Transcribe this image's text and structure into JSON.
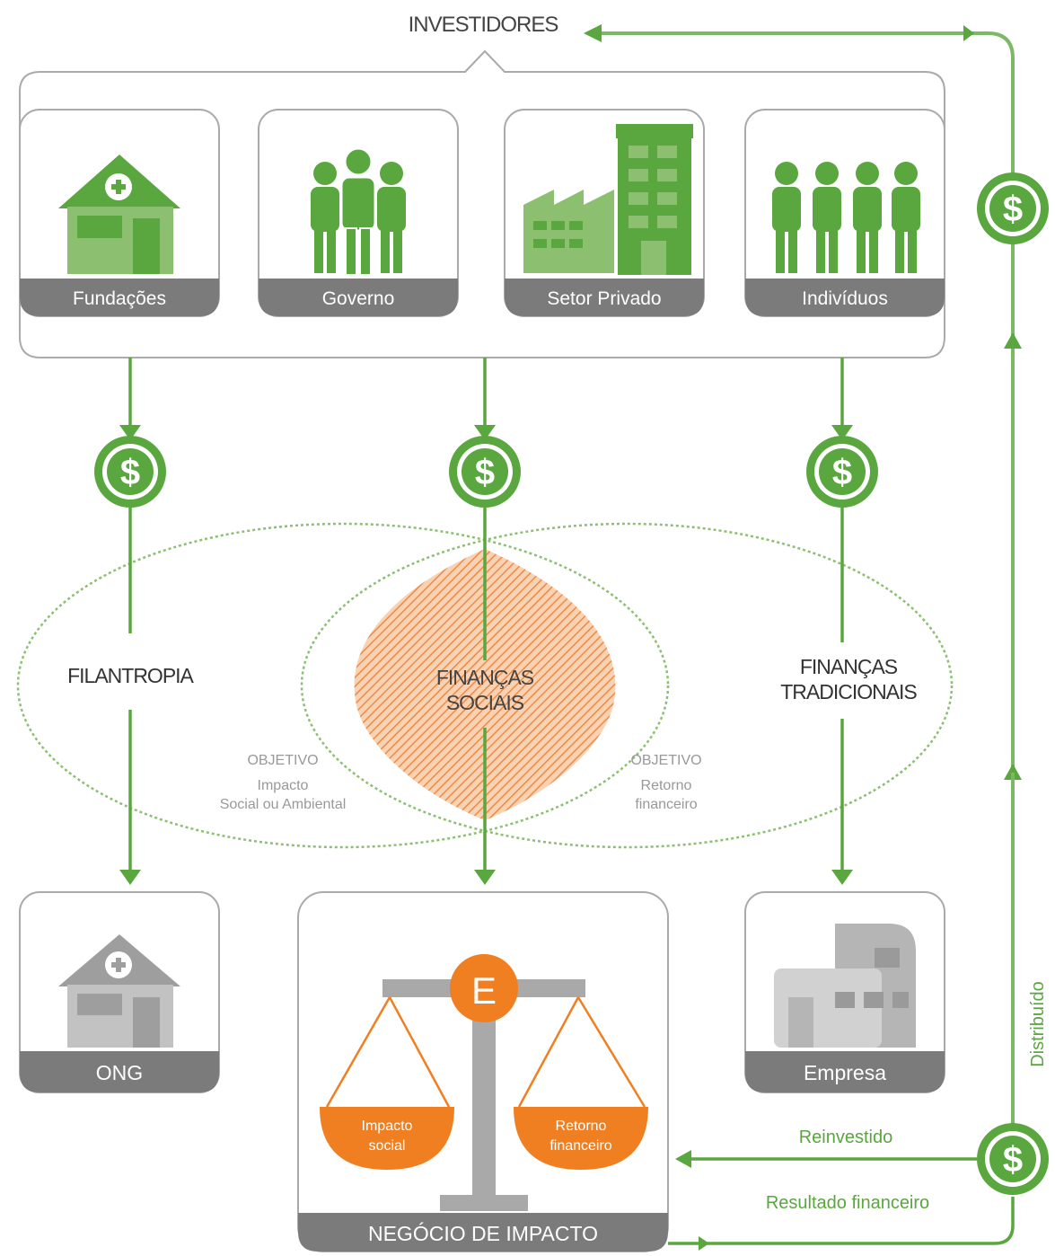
{
  "title": "INVESTIDORES",
  "investors": [
    {
      "label": "Fundações",
      "icon": "foundation-house-icon"
    },
    {
      "label": "Governo",
      "icon": "government-people-icon"
    },
    {
      "label": "Setor Privado",
      "icon": "factory-building-icon"
    },
    {
      "label": "Indivíduos",
      "icon": "individuals-icon"
    }
  ],
  "ellipses": {
    "left": {
      "label": "FILANTROPIA",
      "objective_title": "OBJETIVO",
      "objective_line1": "Impacto",
      "objective_line2": "Social ou Ambiental"
    },
    "center": {
      "line1": "FINANÇAS",
      "line2": "SOCIAIS"
    },
    "right": {
      "line1": "FINANÇAS",
      "line2": "TRADICIONAIS",
      "objective_title": "OBJETIVO",
      "objective_line1": "Retorno",
      "objective_line2": "financeiro"
    }
  },
  "outcomes": {
    "ngo": {
      "label": "ONG",
      "icon": "ngo-house-icon"
    },
    "impact_business": {
      "label": "NEGÓCIO DE IMPACTO",
      "badge": "E",
      "left_pan_line1": "Impacto",
      "left_pan_line2": "social",
      "right_pan_line1": "Retorno",
      "right_pan_line2": "financeiro",
      "icon": "scale-icon"
    },
    "company": {
      "label": "Empresa",
      "icon": "company-building-icon"
    }
  },
  "flows": {
    "reinvested": "Reinvestido",
    "financial_result": "Resultado financeiro",
    "distributed": "Distribuído"
  },
  "currency_symbol": "$",
  "colors": {
    "green": "#5aa63f",
    "light_green": "#8cc070",
    "orange": "#f07f22",
    "gray_bar": "#7b7b7b",
    "gray_icon": "#b5b5b5",
    "hatch_bg": "#f6c9a5"
  }
}
